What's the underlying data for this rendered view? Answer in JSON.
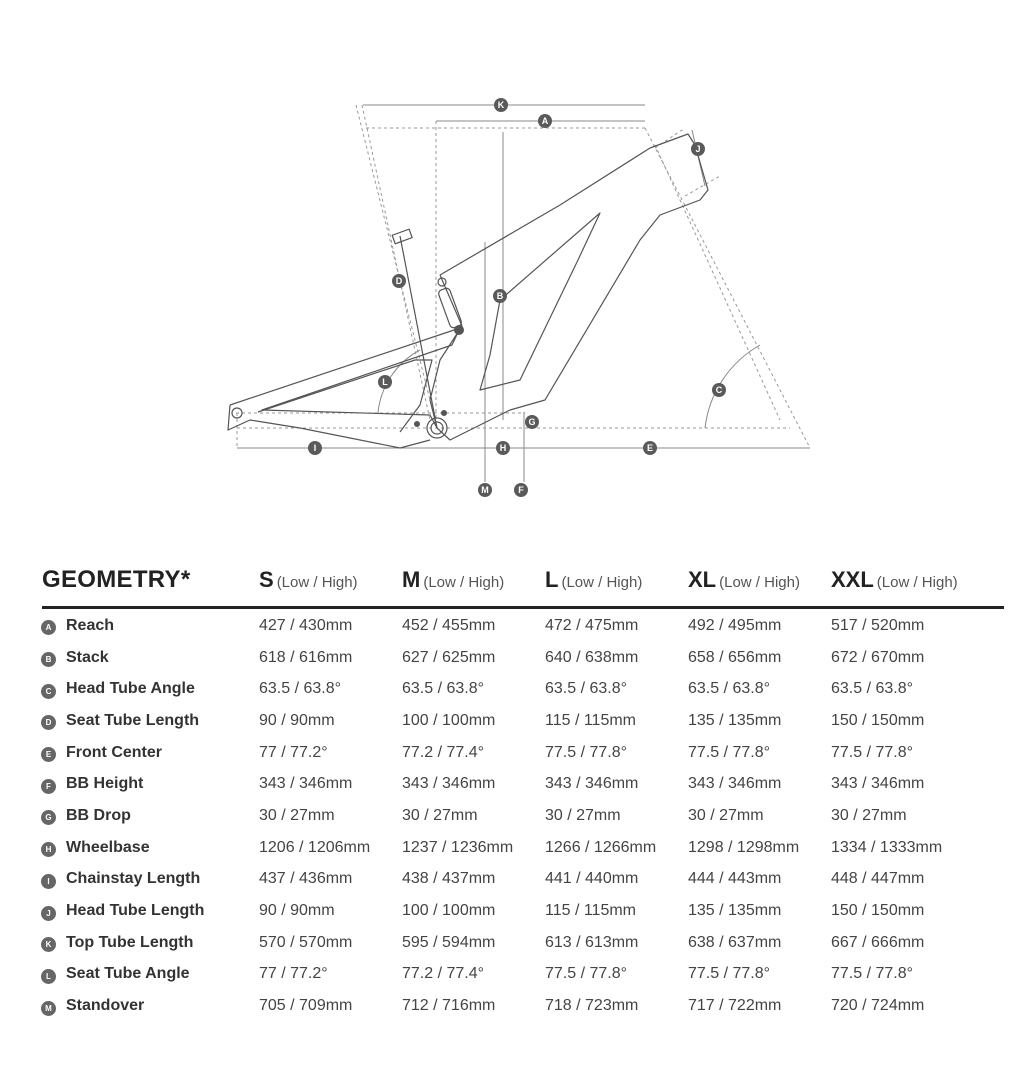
{
  "diagram": {
    "markers": {
      "A": "A",
      "B": "B",
      "C": "C",
      "D": "D",
      "E": "E",
      "F": "F",
      "G": "G",
      "H": "H",
      "I": "I",
      "J": "J",
      "K": "K",
      "L": "L",
      "M": "M"
    }
  },
  "table": {
    "title": "GEOMETRY*",
    "sizes": [
      {
        "size": "S",
        "note": "(Low / High)"
      },
      {
        "size": "M",
        "note": "(Low / High)"
      },
      {
        "size": "L",
        "note": "(Low / High)"
      },
      {
        "size": "XL",
        "note": "(Low / High)"
      },
      {
        "size": "XXL",
        "note": "(Low / High)"
      }
    ],
    "rows": [
      {
        "key": "A",
        "label": "Reach",
        "values": [
          "427 / 430mm",
          "452 / 455mm",
          "472 / 475mm",
          "492 / 495mm",
          "517 / 520mm"
        ]
      },
      {
        "key": "B",
        "label": "Stack",
        "values": [
          "618 / 616mm",
          "627 / 625mm",
          "640 / 638mm",
          "658 / 656mm",
          "672 / 670mm"
        ]
      },
      {
        "key": "C",
        "label": "Head Tube Angle",
        "values": [
          "63.5 / 63.8°",
          "63.5 / 63.8°",
          "63.5 / 63.8°",
          "63.5 / 63.8°",
          "63.5 / 63.8°"
        ]
      },
      {
        "key": "D",
        "label": "Seat Tube Length",
        "values": [
          "90 / 90mm",
          "100 / 100mm",
          "115 / 115mm",
          "135 / 135mm",
          "150 / 150mm"
        ]
      },
      {
        "key": "E",
        "label": "Front Center",
        "values": [
          "77 / 77.2°",
          "77.2 / 77.4°",
          "77.5 / 77.8°",
          "77.5 / 77.8°",
          "77.5 / 77.8°"
        ]
      },
      {
        "key": "F",
        "label": "BB Height",
        "values": [
          "343 / 346mm",
          "343 / 346mm",
          "343 / 346mm",
          "343 / 346mm",
          "343 / 346mm"
        ]
      },
      {
        "key": "G",
        "label": "BB Drop",
        "values": [
          "30 / 27mm",
          "30 / 27mm",
          "30 / 27mm",
          "30 / 27mm",
          "30 / 27mm"
        ]
      },
      {
        "key": "H",
        "label": "Wheelbase",
        "values": [
          "1206 / 1206mm",
          "1237 / 1236mm",
          "1266 / 1266mm",
          "1298 / 1298mm",
          "1334 / 1333mm"
        ]
      },
      {
        "key": "I",
        "label": "Chainstay Length",
        "values": [
          "437 / 436mm",
          "438 / 437mm",
          "441 / 440mm",
          "444 / 443mm",
          "448 / 447mm"
        ]
      },
      {
        "key": "J",
        "label": "Head Tube Length",
        "values": [
          "90 / 90mm",
          "100 / 100mm",
          "115 / 115mm",
          "135 / 135mm",
          "150 / 150mm"
        ]
      },
      {
        "key": "K",
        "label": "Top Tube Length",
        "values": [
          "570 / 570mm",
          "595 / 594mm",
          "613 / 613mm",
          "638 / 637mm",
          "667 / 666mm"
        ]
      },
      {
        "key": "L",
        "label": "Seat Tube Angle",
        "values": [
          "77 / 77.2°",
          "77.2 / 77.4°",
          "77.5 / 77.8°",
          "77.5 / 77.8°",
          "77.5 / 77.8°"
        ]
      },
      {
        "key": "M",
        "label": "Standover",
        "values": [
          "705 / 709mm",
          "712 / 716mm",
          "718 / 723mm",
          "717 / 722mm",
          "720 / 724mm"
        ]
      }
    ]
  }
}
